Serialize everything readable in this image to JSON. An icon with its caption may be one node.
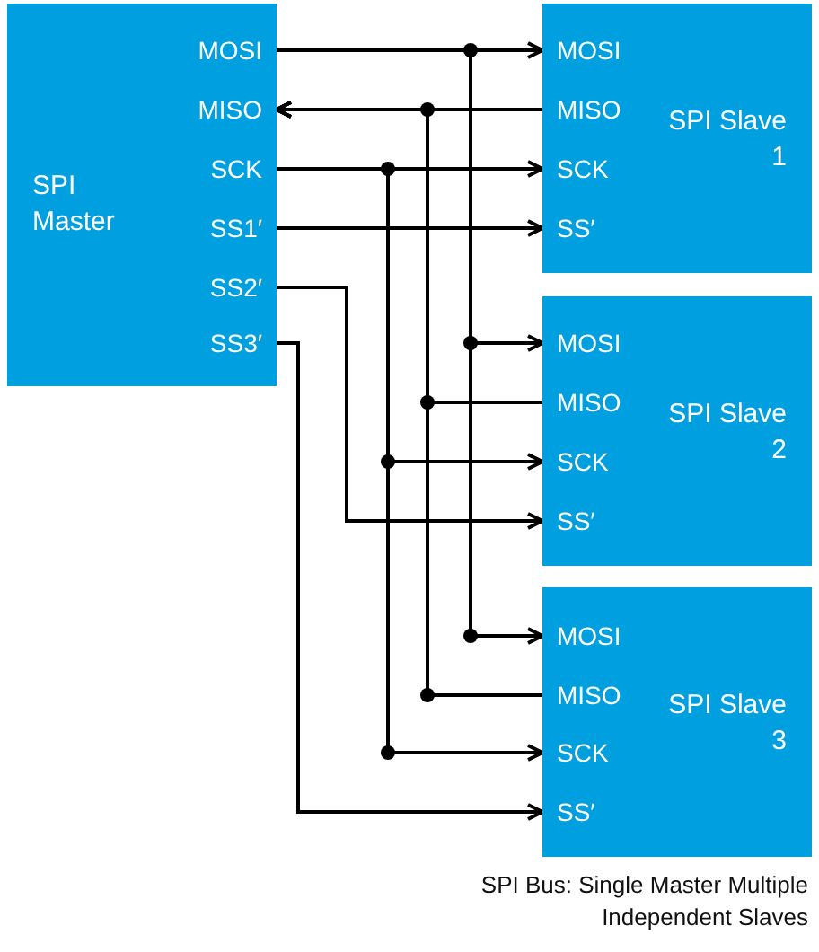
{
  "diagram": {
    "caption": "SPI Bus: Single Master Multiple Independent Slaves",
    "nodes": [
      {
        "text": [
          "SPI Master"
        ]
      },
      {
        "text": [
          "MOSI"
        ],
        "in": 0
      },
      {
        "text": [
          "MISO"
        ],
        "in": 0
      },
      {
        "text": [
          "SCK"
        ],
        "in": 0
      },
      {
        "text": [
          "SS1′"
        ],
        "in": 0
      },
      {
        "text": [
          "SS2′"
        ],
        "in": 0
      },
      {
        "text": [
          "SS3′"
        ],
        "in": 0
      },
      {
        "text": [
          "SPI Slave 1"
        ]
      },
      {
        "text": [
          "MOSI"
        ],
        "in": 7
      },
      {
        "text": [
          "MISO"
        ],
        "in": 7
      },
      {
        "text": [
          "SCK"
        ],
        "in": 7
      },
      {
        "text": [
          "SS′"
        ],
        "in": 7
      },
      {
        "text": [
          "SPI Slave 2"
        ]
      },
      {
        "text": [
          "MOSI"
        ],
        "in": 12
      },
      {
        "text": [
          "MISO"
        ],
        "in": 12
      },
      {
        "text": [
          "SCK"
        ],
        "in": 12
      },
      {
        "text": [
          "SS′"
        ],
        "in": 12
      },
      {
        "text": [
          "SPI Slave 3"
        ]
      },
      {
        "text": [
          "MOSI"
        ],
        "in": 17
      },
      {
        "text": [
          "MISO"
        ],
        "in": 17
      },
      {
        "text": [
          "SCK"
        ],
        "in": 17
      },
      {
        "text": [
          "SS′"
        ],
        "in": 17
      }
    ],
    "edges": [
      {
        "from": 1,
        "to": 8,
        "arrow": "to"
      },
      {
        "from": 1,
        "to": 13,
        "arrow": "to"
      },
      {
        "from": 1,
        "to": 18,
        "arrow": "to"
      },
      {
        "from": 9,
        "to": 2,
        "arrow": "to"
      },
      {
        "from": 14,
        "to": 2,
        "arrow": "to"
      },
      {
        "from": 19,
        "to": 2,
        "arrow": "to"
      },
      {
        "from": 3,
        "to": 10,
        "arrow": "to"
      },
      {
        "from": 3,
        "to": 15,
        "arrow": "to"
      },
      {
        "from": 3,
        "to": 20,
        "arrow": "to"
      },
      {
        "from": 4,
        "to": 11,
        "arrow": "to"
      },
      {
        "from": 5,
        "to": 16,
        "arrow": "to"
      },
      {
        "from": 6,
        "to": 21,
        "arrow": "to"
      }
    ]
  }
}
